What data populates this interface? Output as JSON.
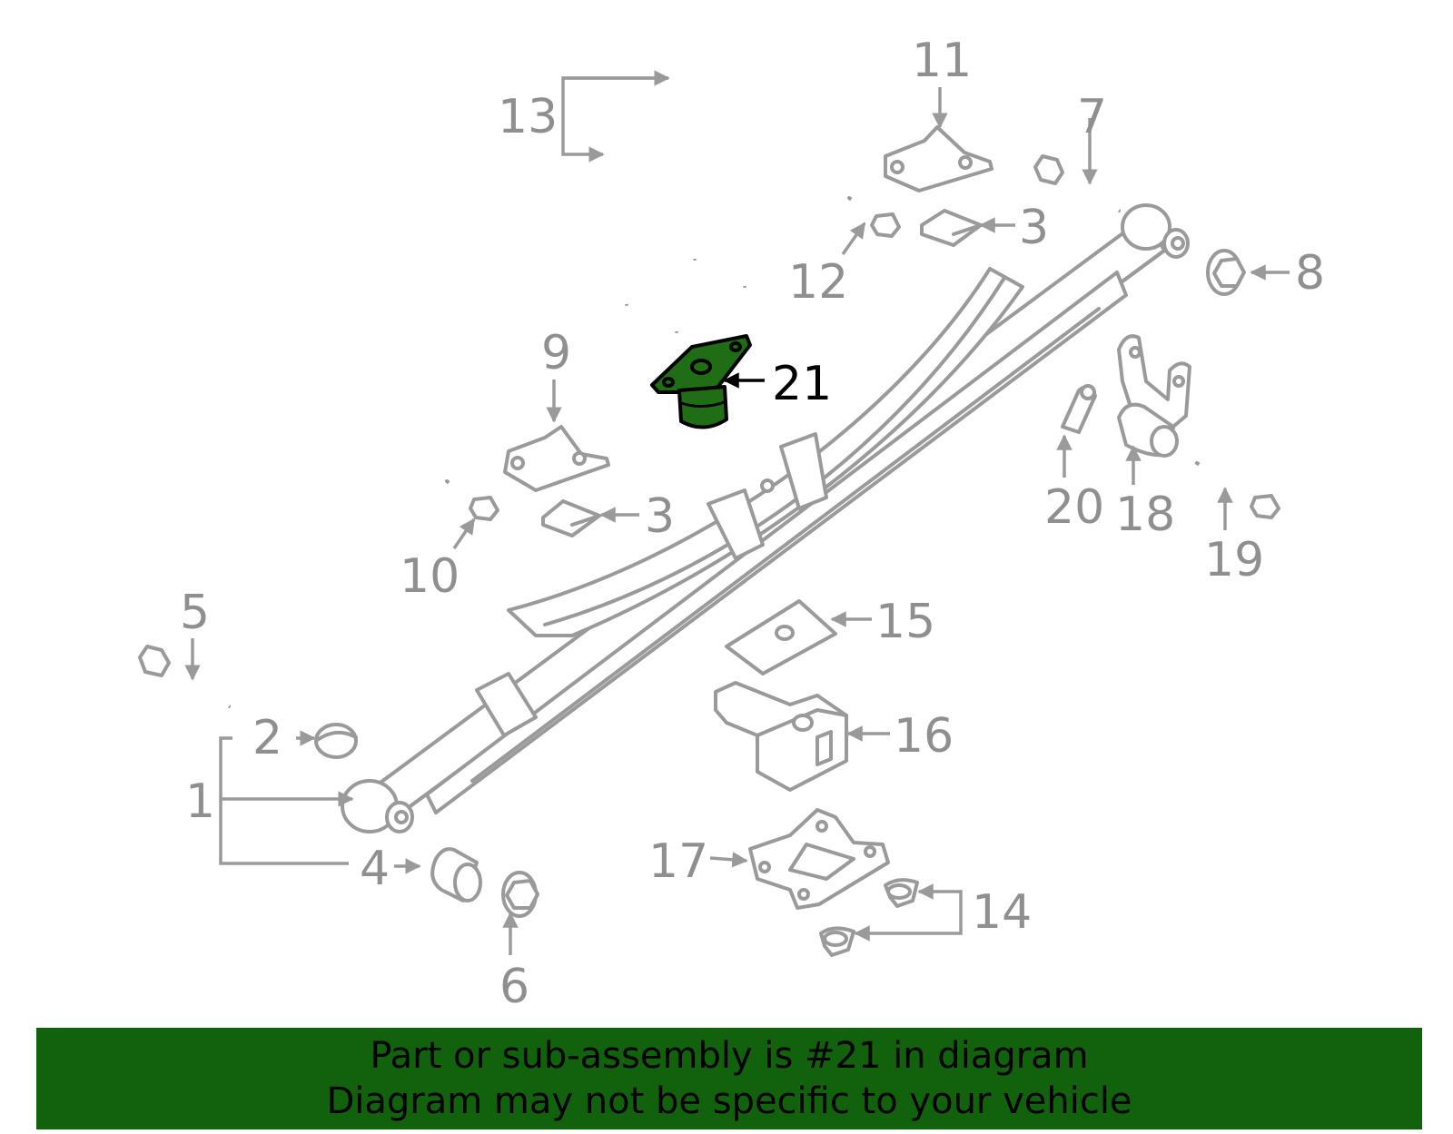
{
  "callouts": [
    {
      "id": "1",
      "label": "1"
    },
    {
      "id": "2",
      "label": "2"
    },
    {
      "id": "3a",
      "label": "3"
    },
    {
      "id": "3b",
      "label": "3"
    },
    {
      "id": "4",
      "label": "4"
    },
    {
      "id": "5",
      "label": "5"
    },
    {
      "id": "6",
      "label": "6"
    },
    {
      "id": "7",
      "label": "7"
    },
    {
      "id": "8",
      "label": "8"
    },
    {
      "id": "9",
      "label": "9"
    },
    {
      "id": "10",
      "label": "10"
    },
    {
      "id": "11",
      "label": "11"
    },
    {
      "id": "12",
      "label": "12"
    },
    {
      "id": "13",
      "label": "13"
    },
    {
      "id": "14",
      "label": "14"
    },
    {
      "id": "15",
      "label": "15"
    },
    {
      "id": "16",
      "label": "16"
    },
    {
      "id": "17",
      "label": "17"
    },
    {
      "id": "18",
      "label": "18"
    },
    {
      "id": "19",
      "label": "19"
    },
    {
      "id": "20",
      "label": "20"
    },
    {
      "id": "21",
      "label": "21"
    }
  ],
  "highlighted_part": "21",
  "colors": {
    "highlight_fill": "#1f6e16",
    "banner_background": "#12620d",
    "part_stroke": "#9a9a9a",
    "label_text": "#8f8f8f"
  },
  "banner": {
    "line1": "Part or sub-assembly is #21 in diagram",
    "line2": "Diagram may not be specific to your vehicle"
  }
}
